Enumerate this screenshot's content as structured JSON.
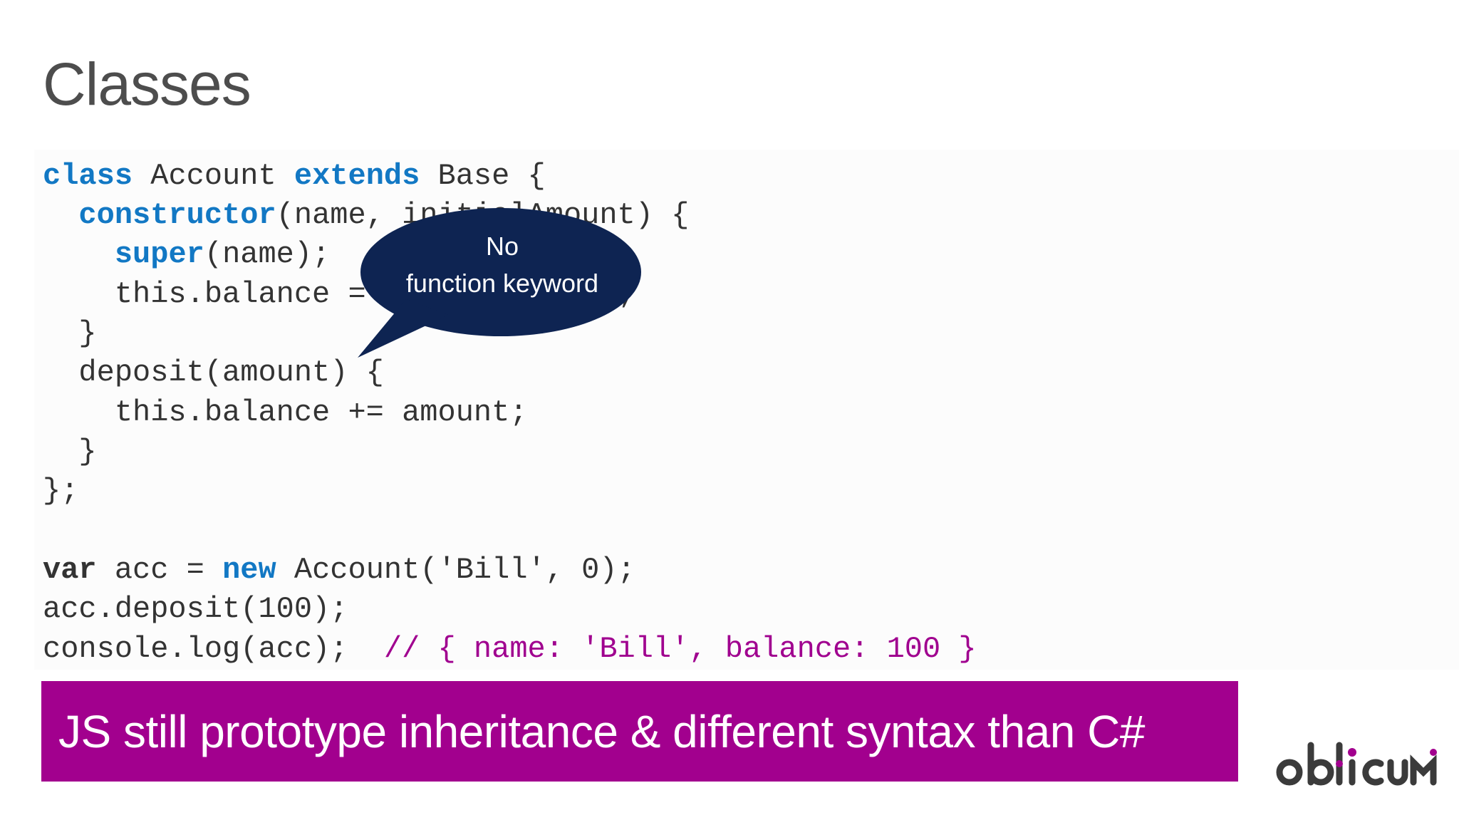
{
  "slide": {
    "title": "Classes"
  },
  "code": {
    "l1": {
      "kw1": "class",
      "t1": " Account ",
      "kw2": "extends",
      "t2": " Base {"
    },
    "l2": {
      "indent": "  ",
      "kw1": "constructor",
      "t1": "(name, initialAmount) {"
    },
    "l3": {
      "indent": "    ",
      "kw1": "super",
      "t1": "(name);"
    },
    "l4": {
      "text": "    this.balance = initialAmount;"
    },
    "l5": {
      "text": "  }"
    },
    "l6": {
      "text": "  deposit(amount) {"
    },
    "l7": {
      "text": "    this.balance += amount;"
    },
    "l8": {
      "text": "  }"
    },
    "l9": {
      "text": "};"
    },
    "l10": {
      "kw1": "var",
      "t1": " acc = ",
      "kw2": "new",
      "t2": " Account('Bill', 0);"
    },
    "l11": {
      "text": "acc.deposit(100);"
    },
    "l12": {
      "t1": "console.log(acc);  ",
      "comment": "// { name: 'Bill', balance: 100 }"
    }
  },
  "callout": {
    "line1": "No",
    "line2": "function keyword",
    "color": "#0e2452"
  },
  "banner": {
    "text": "JS still prototype inheritance & different syntax than C#",
    "color": "#a2008e"
  },
  "logo": {
    "text": "oblicum",
    "icon": "oblicum-logo-icon"
  }
}
